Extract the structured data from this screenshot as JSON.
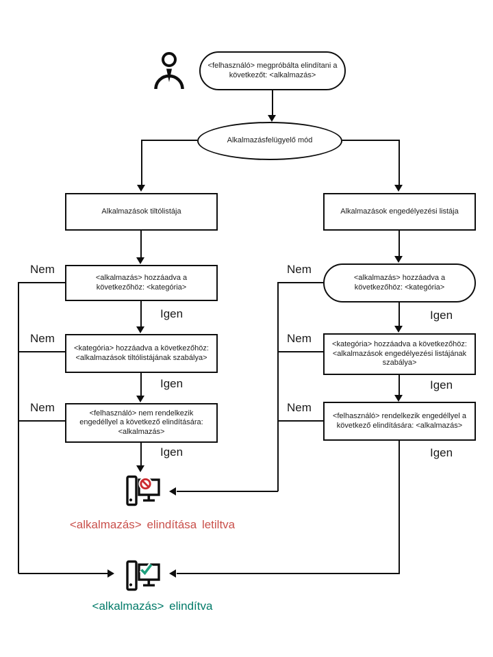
{
  "labels": {
    "yes": "Igen",
    "no": "Nem"
  },
  "nodes": {
    "start": "<felhasználó> megpróbálta elindítani a következőt: <alkalmazás>",
    "mode": "Alkalmazásfelügyelő mód",
    "denylist_title": "Alkalmazások tiltólistája",
    "allowlist_title": "Alkalmazások engedélyezési listája",
    "deny_app_in_category": "<alkalmazás> hozzáadva a következőhöz: <kategória>",
    "allow_app_in_category": "<alkalmazás> hozzáadva a következőhöz: <kategória>",
    "deny_category_in_rule": "<kategória> hozzáadva a következőhöz: <alkalmazások tiltólistájának szabálya>",
    "allow_category_in_rule": "<kategória> hozzáadva a következőhöz: <alkalmazások engedélyezési listájának szabálya>",
    "deny_no_permission": "<felhasználó> nem rendelkezik engedéllyel a következő elindítására: <alkalmazás>",
    "allow_has_permission": "<felhasználó> rendelkezik engedéllyel a következő elindítására: <alkalmazás>"
  },
  "outcomes": {
    "blocked": "<alkalmazás> elindítása letiltva",
    "started": "<alkalmazás> elindítva"
  },
  "icons": {
    "actor": "user-icon",
    "blocked": "computer-blocked-icon",
    "started": "computer-ok-icon"
  },
  "colors": {
    "line": "#0e0e0e",
    "blocked_text": "#c9504b",
    "blocked_symbol": "#cc2b30",
    "started_text": "#007a68",
    "check_symbol": "#1fa07e",
    "background": "#ffffff"
  }
}
